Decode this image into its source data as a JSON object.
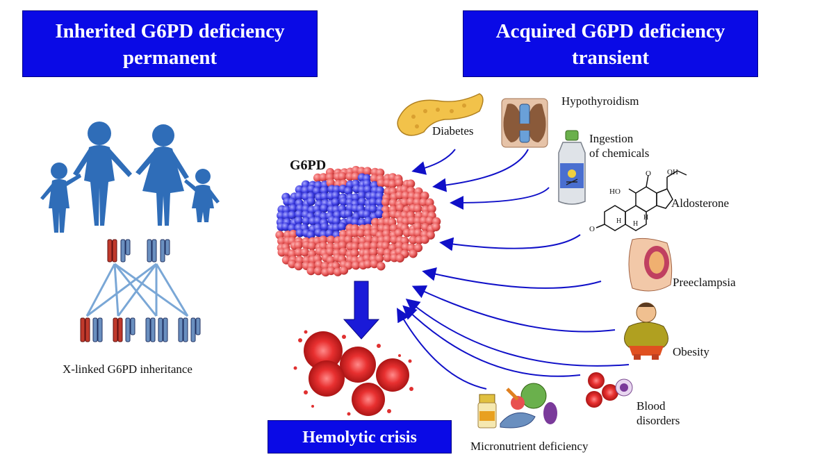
{
  "banners": {
    "inherited_line1": "Inherited G6PD deficiency",
    "inherited_line2": "permanent",
    "acquired_line1": "Acquired G6PD deficiency",
    "acquired_line2": "transient",
    "crisis": "Hemolytic crisis"
  },
  "protein": {
    "label": "G6PD"
  },
  "inheritance": {
    "caption": "X-linked G6PD inheritance"
  },
  "causes": {
    "diabetes": "Diabetes",
    "hypothyroidism": "Hypothyroidism",
    "chemicals_line1": "Ingestion",
    "chemicals_line2": "of chemicals",
    "aldosterone": "Aldosterone",
    "preeclampsia": "Preeclampsia",
    "obesity": "Obesity",
    "blood_line1": "Blood",
    "blood_line2": "disorders",
    "micronutrient": "Micronutrient deficiency"
  },
  "molecule": {
    "oh1": "OH",
    "oh2": "HO",
    "o1": "O",
    "o2": "O",
    "h1": "H",
    "h2": "H",
    "h3": "H"
  },
  "colors": {
    "banner": "#0a0ae6",
    "arrow": "#1010c8",
    "family": "#2f6db8",
    "chrom_red": "#c0392b",
    "chrom_blue": "#6a8fbf",
    "protein_red": "#e85a5a",
    "protein_blue": "#3a3ae0",
    "rbc": "#e03030"
  }
}
